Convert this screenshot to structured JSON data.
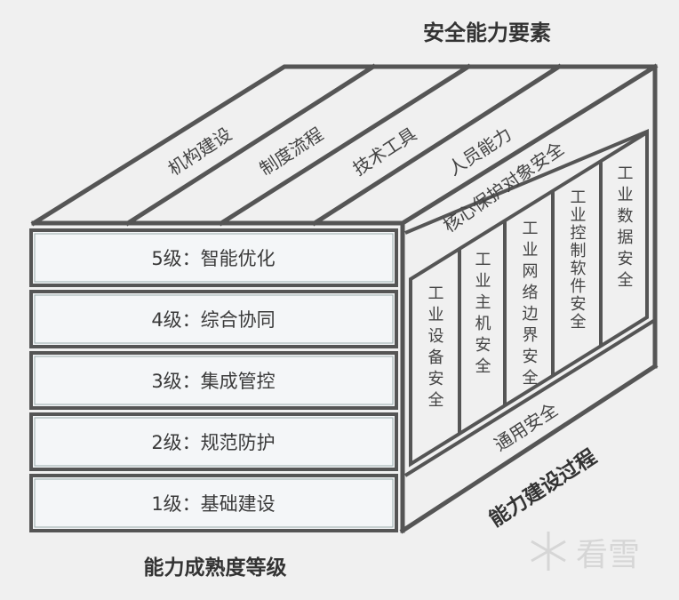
{
  "title_top": "安全能力要素",
  "top_face": [
    "机构建设",
    "制度流程",
    "技术工具",
    "人员能力"
  ],
  "maturity_levels": [
    "5级：智能优化",
    "4级：综合协同",
    "3级：集成管控",
    "2级：规范防护",
    "1级：基础建设"
  ],
  "maturity_title": "能力成熟度等级",
  "core": {
    "title": "核心保护对象安全",
    "columns": [
      "工业设备安全",
      "工业主机安全",
      "工业网络边界安全",
      "工业控制软件安全",
      "工业数据安全"
    ]
  },
  "general": "通用安全",
  "process_title": "能力建设过程",
  "watermark": "看雪",
  "colors": {
    "line": "#555555",
    "background": "#f0f0f0",
    "row_fill": "#f4f6f8"
  }
}
